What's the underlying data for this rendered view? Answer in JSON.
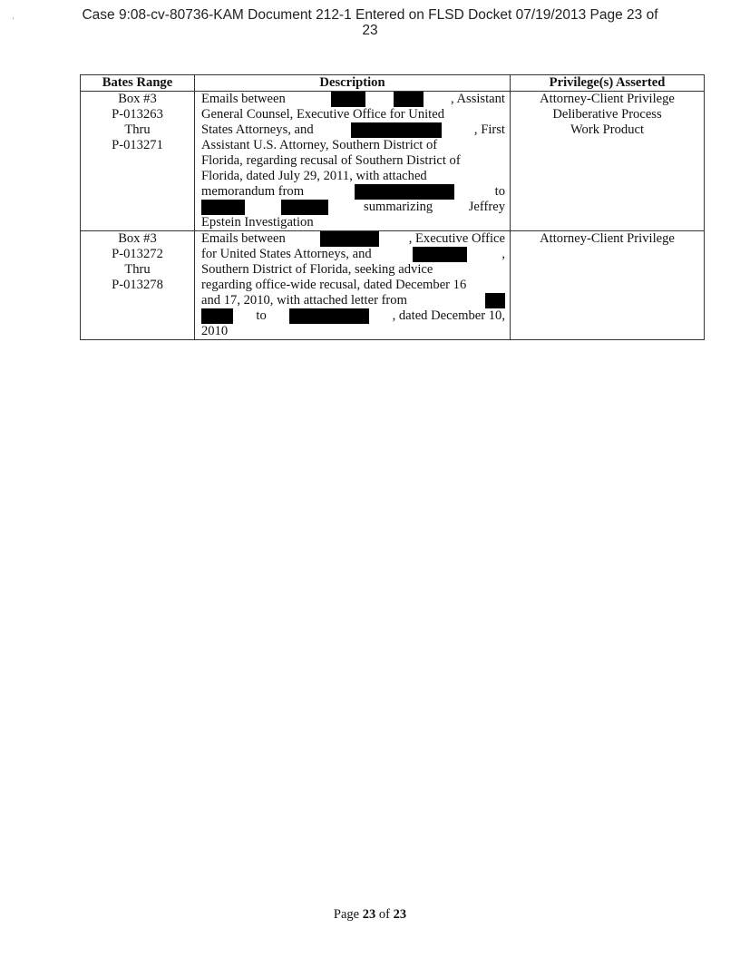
{
  "stamp": {
    "line1": "Case 9:08-cv-80736-KAM   Document 212-1   Entered on FLSD Docket 07/19/2013   Page 23 of",
    "line2": "23"
  },
  "table": {
    "headers": [
      "Bates Range",
      "Description",
      "Privilege(s) Asserted"
    ],
    "rows": [
      {
        "bates": [
          "Box #3",
          "P-013263",
          "Thru",
          "P-013271"
        ],
        "desc": [
          "Emails between",
          ", Assistant",
          "General Counsel, Executive Office for United",
          "States Attorneys, and",
          ", First",
          "Assistant U.S. Attorney, Southern District of",
          "Florida, regarding recusal of Southern District of",
          "Florida, dated July 29, 2011, with attached",
          "memorandum from",
          "to",
          "summarizing",
          "Jeffrey",
          "Epstein Investigation"
        ],
        "privileges": [
          "Attorney-Client Privilege",
          "Deliberative Process",
          "Work Product"
        ]
      },
      {
        "bates": [
          "Box #3",
          "P-013272",
          "Thru",
          "P-013278"
        ],
        "desc": [
          "Emails between",
          ", Executive Office",
          "for United States Attorneys, and",
          ",",
          "Southern District of Florida, seeking advice",
          "regarding office-wide recusal, dated December 16",
          "and 17, 2010, with attached letter from",
          "to",
          ", dated December 10,",
          "2010"
        ],
        "privileges": [
          "Attorney-Client Privilege"
        ]
      }
    ]
  },
  "footer": {
    "prefix": "Page ",
    "page": "23",
    "middle": " of ",
    "total": "23"
  }
}
